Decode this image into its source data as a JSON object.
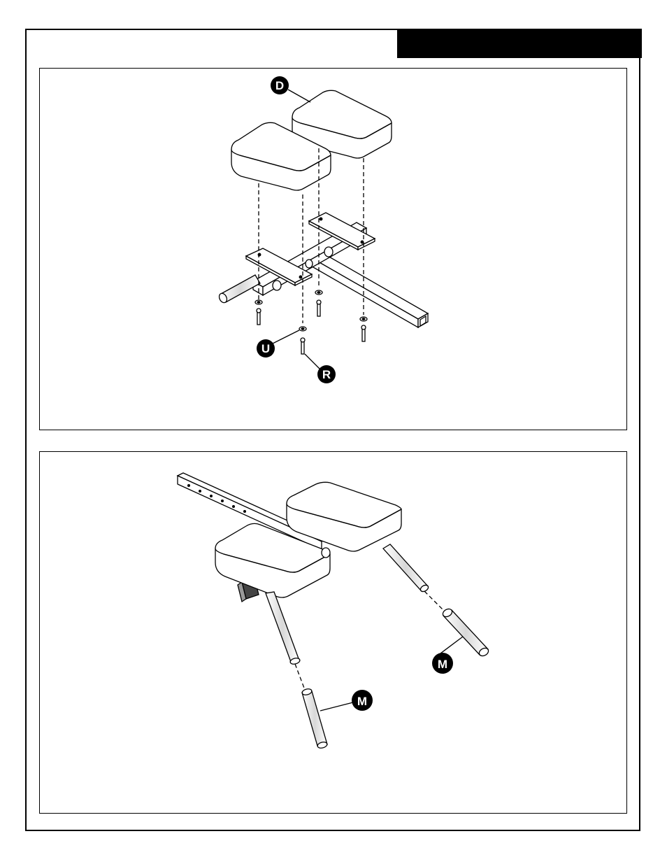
{
  "header": {
    "bar_color": "#000000"
  },
  "step1": {
    "callouts": {
      "pad": "D",
      "washer": "U",
      "bolt": "R"
    }
  },
  "step2": {
    "callouts": {
      "roller_right": "M",
      "roller_left": "M"
    }
  }
}
